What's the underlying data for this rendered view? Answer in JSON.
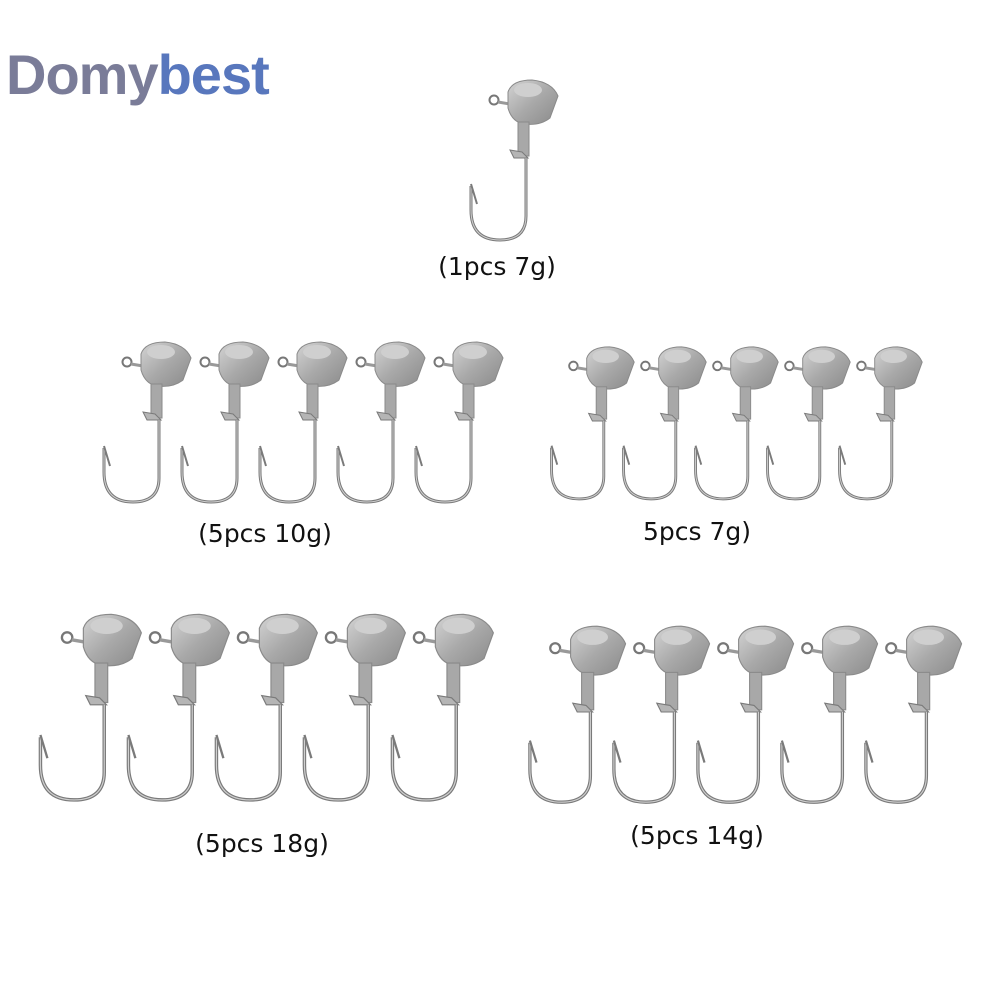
{
  "brand": {
    "part1": "Domy",
    "part2": "best",
    "color1": "#7a7c98",
    "color2": "#5877bd"
  },
  "groups": [
    {
      "label": "(1pcs 7g)",
      "count": 1
    },
    {
      "label": "(5pcs 10g)",
      "count": 5
    },
    {
      "label": "5pcs 7g)",
      "count": 5
    },
    {
      "label": "(5pcs 18g)",
      "count": 5
    },
    {
      "label": "(5pcs 14g)",
      "count": 5
    }
  ]
}
